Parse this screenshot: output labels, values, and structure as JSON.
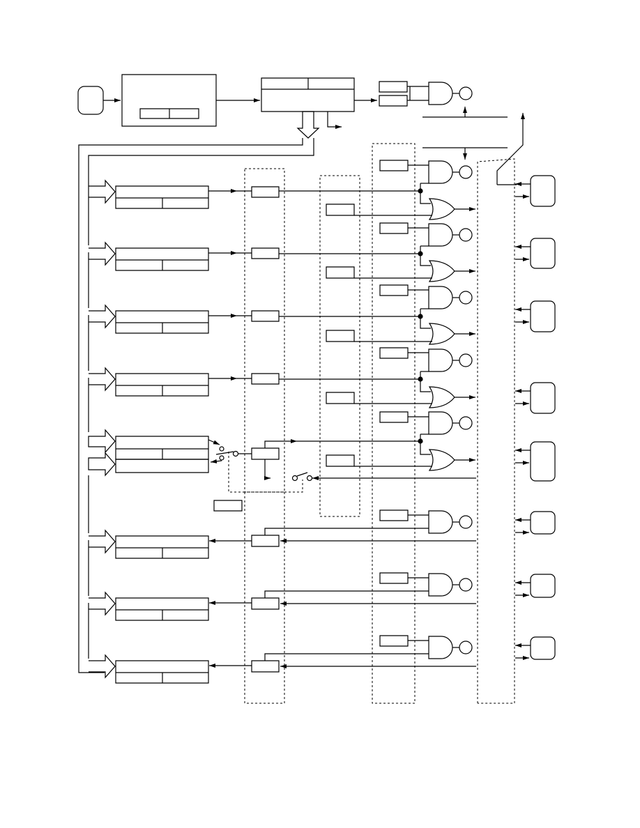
{
  "diagram": {
    "kind": "block-schematic",
    "labels_printed": false,
    "colors": {
      "line": "#000000",
      "background": "#ffffff"
    },
    "gate_rows": {
      "input_channels": 5,
      "output_channels": 3,
      "spare_top_gate": 1
    },
    "icons": [
      "and-gate-icon",
      "or-gate-icon",
      "switch-icon",
      "lamp-icon",
      "arrow-icon",
      "bus-arrow-icon"
    ]
  }
}
